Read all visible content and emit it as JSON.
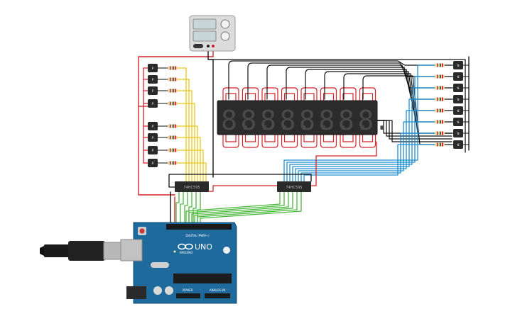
{
  "canvas": {
    "background": "#ffffff"
  },
  "colors": {
    "wire_black": "#111111",
    "wire_red": "#d3242a",
    "wire_yellow": "#e8c81a",
    "wire_green": "#47b83a",
    "wire_blue": "#1d8fd1",
    "board": "#1e6a9c",
    "display": "#2b2b2b",
    "segment_off": "#4a4a4a",
    "chip": "#2a2a2a",
    "supply": "#d8d8d8"
  },
  "power_supply": {
    "icon": "power-supply-icon"
  },
  "display": {
    "digit_count": 8,
    "digit_text": "8."
  },
  "shift_register_left": {
    "label": "74HC595"
  },
  "shift_register_right": {
    "label": "74HC595"
  },
  "arduino": {
    "logo_text": "UNO",
    "brand": "ARDUINO",
    "header_label": "DIGITAL (PWM~)",
    "power_label": "POWER",
    "analog_label": "ANALOG IN",
    "usb_icon": "usb-cable-icon"
  },
  "pushbuttons_left": {
    "count": 8,
    "icon": "pushbutton-icon",
    "key_label": "P"
  },
  "pushbuttons_right": {
    "count": 8,
    "icon": "pushbutton-icon",
    "key_label": "N"
  },
  "resistors": {
    "icon": "resistor-icon"
  }
}
